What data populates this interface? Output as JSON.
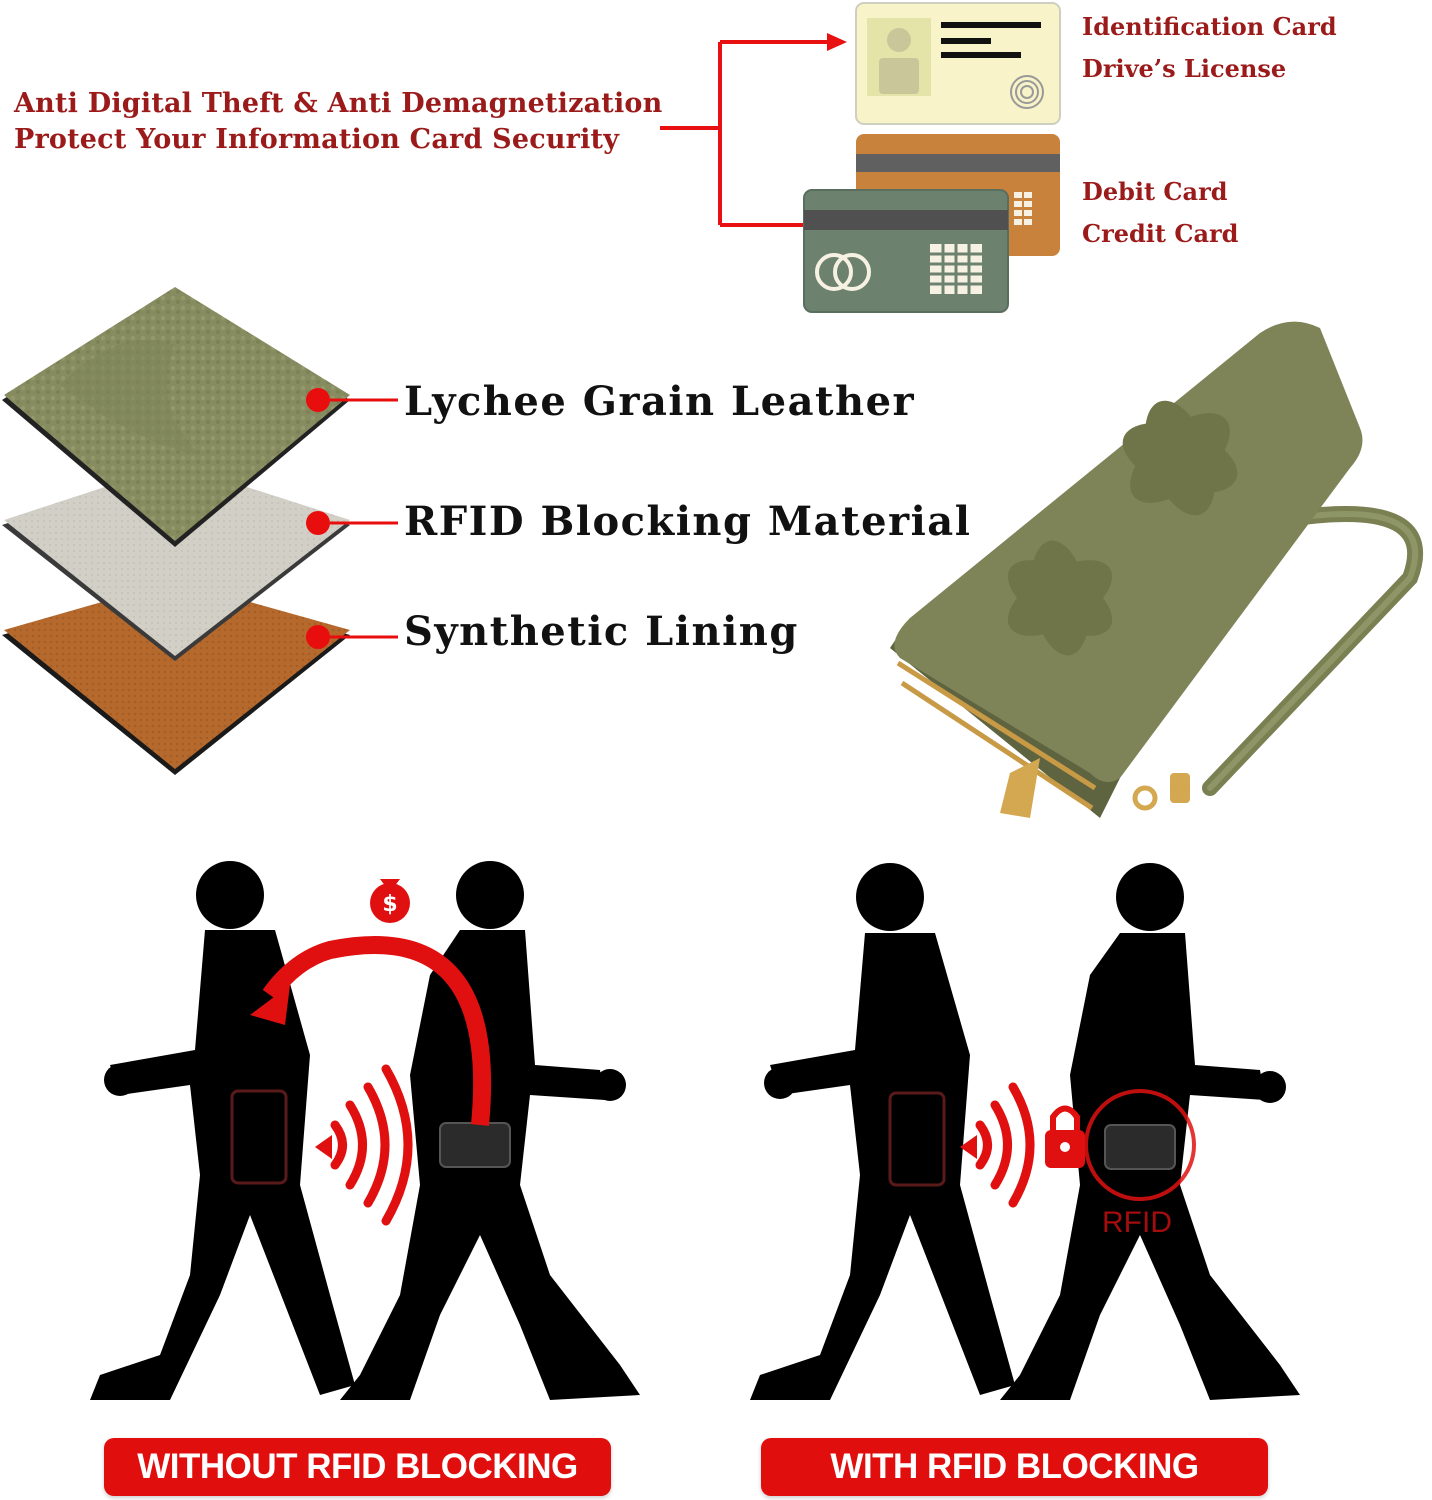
{
  "header": {
    "line1": "Anti Digital Theft & Anti Demagnetization",
    "line2": "Protect Your Information Card Security"
  },
  "cards": {
    "id_line1": "Identification Card",
    "id_line2": "Drive’s License",
    "bank_line1": "Debit Card",
    "bank_line2": "Credit Card"
  },
  "layers": [
    {
      "label": "Lychee Grain Leather",
      "color": "#8a9063"
    },
    {
      "label": "RFID Blocking Material",
      "color": "#d3d0c8"
    },
    {
      "label": "Synthetic Lining",
      "color": "#b86a2c"
    }
  ],
  "scenes": {
    "left_banner": "WITHOUT RFID BLOCKING",
    "right_banner": "WITH RFID BLOCKING",
    "rfid_text": "RFID"
  },
  "colors": {
    "accent_red": "#e10e0e",
    "header_red": "#9b1b1b",
    "wallet_green": "#7e8458"
  }
}
